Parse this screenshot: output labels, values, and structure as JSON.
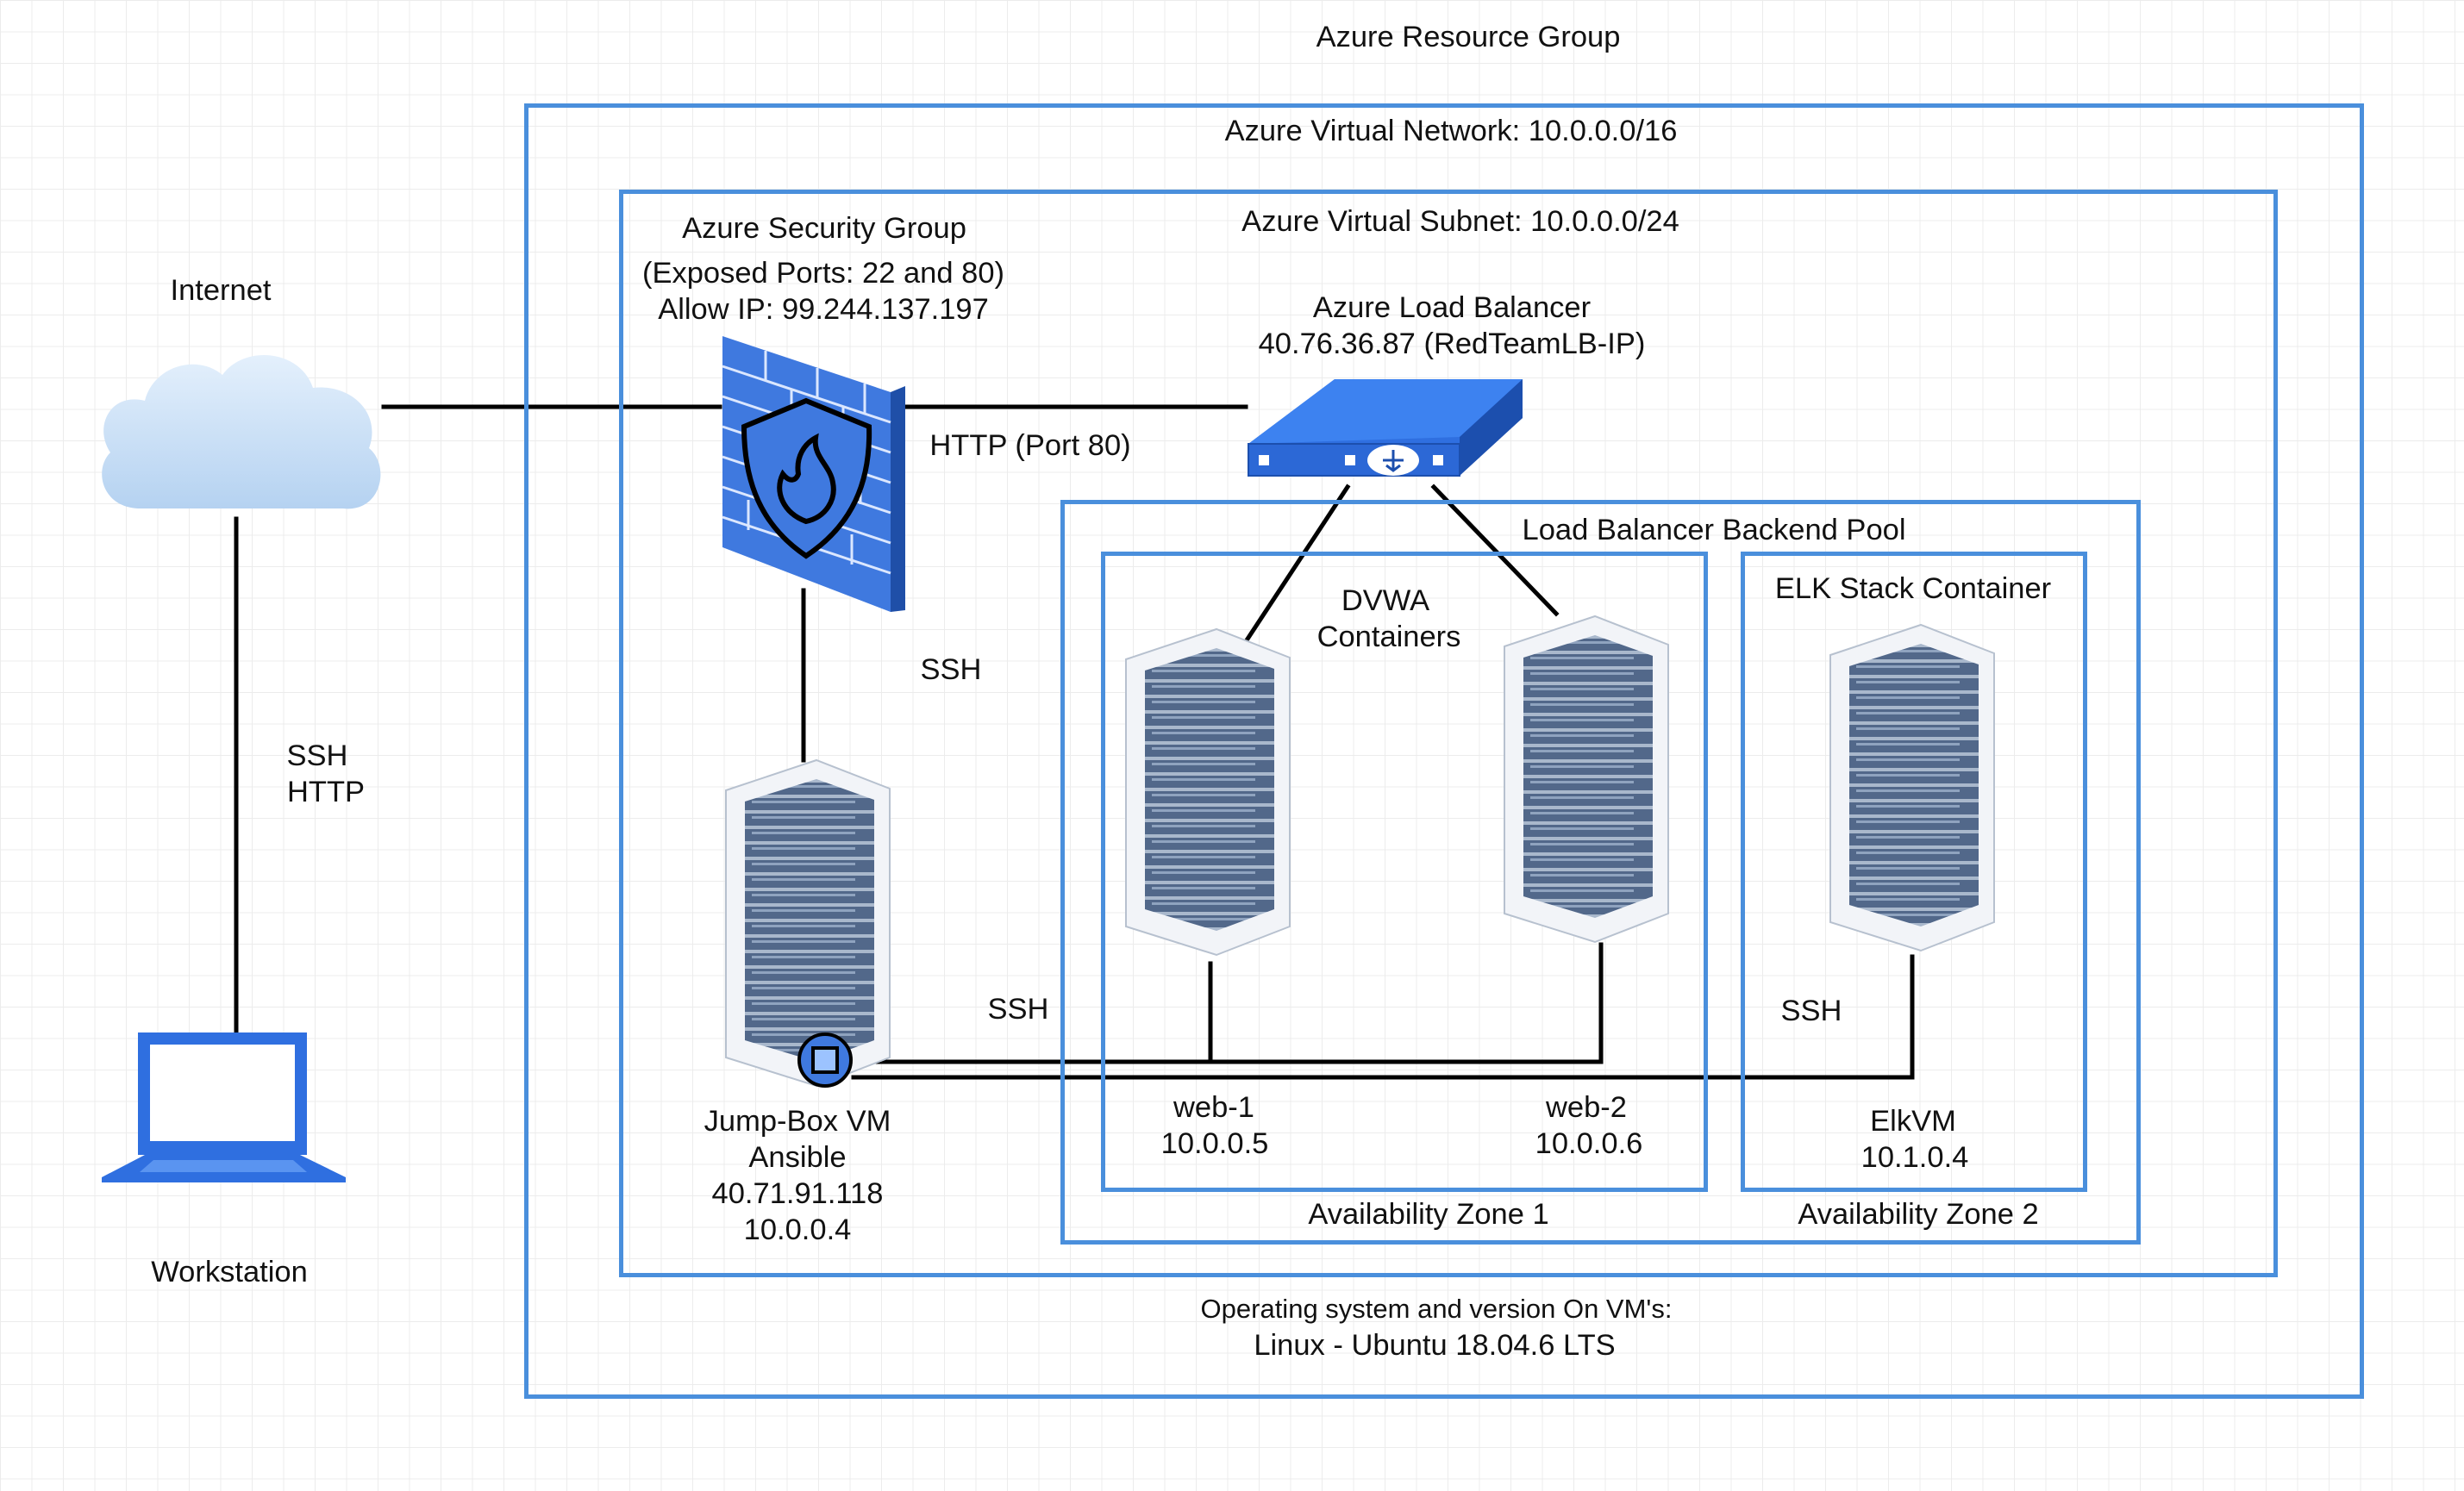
{
  "diagram": {
    "title": "Azure Resource Group",
    "vnet": {
      "label": "Azure Virtual Network: 10.0.0.0/16"
    },
    "subnet": {
      "label": "Azure Virtual Subnet: 10.0.0.0/24"
    },
    "security_group": {
      "title": "Azure Security Group",
      "ports": "(Exposed Ports: 22 and 80)",
      "allow_ip": "Allow IP: 99.244.137.197"
    },
    "load_balancer": {
      "title": "Azure Load Balancer",
      "ip": "40.76.36.87 (RedTeamLB-IP)"
    },
    "backend_pool": {
      "label": "Load Balancer Backend Pool"
    },
    "dvwa": {
      "line1": "DVWA",
      "line2": "Containers"
    },
    "elk_container": {
      "label": "ELK Stack Container"
    },
    "internet": {
      "label": "Internet"
    },
    "workstation": {
      "label": "Workstation"
    },
    "edges": {
      "http_port80": "HTTP (Port 80)",
      "ssh_fw_jump": "SSH",
      "ssh_internet_line1": "SSH",
      "ssh_internet_line2": "HTTP",
      "ssh_jump_web": "SSH",
      "ssh_elk": "SSH"
    },
    "jumpbox": {
      "name": "Jump-Box VM",
      "role": "Ansible",
      "public_ip": "40.71.91.118",
      "private_ip": "10.0.0.4"
    },
    "web1": {
      "name": "web-1",
      "ip": "10.0.0.5"
    },
    "web2": {
      "name": "web-2",
      "ip": "10.0.0.6"
    },
    "elkvm": {
      "name": "ElkVM",
      "ip": "10.1.0.4"
    },
    "zones": {
      "zone1": "Availability Zone 1",
      "zone2": "Availability Zone 2"
    },
    "os": {
      "line1": "Operating system and version On VM's:",
      "line2": "Linux  - Ubuntu 18.04.6 LTS"
    },
    "colors": {
      "frame_blue": "#4a8fdc",
      "icon_blue": "#2f6fe0",
      "server_body": "#e9edf3",
      "server_slot": "#6d86a6",
      "cloud": "#c4dcf5",
      "connector": "#000000"
    },
    "icons": {
      "cloud": "cloud-icon",
      "firewall": "firewall-icon",
      "load_balancer": "load-balancer-icon",
      "server": "server-rack-icon",
      "laptop": "laptop-icon",
      "vm_badge": "virtual-machine-badge-icon"
    }
  }
}
